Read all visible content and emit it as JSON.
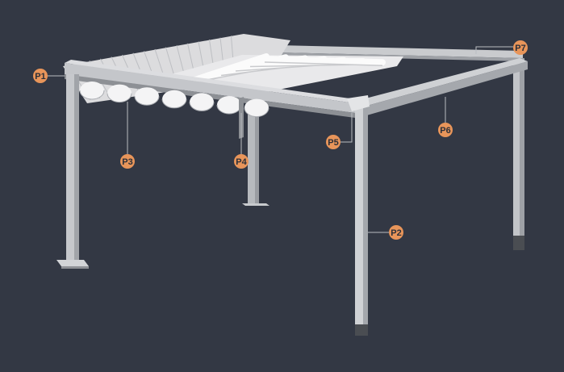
{
  "diagram": {
    "colors": {
      "background": "#333844",
      "frame": "#c9cbce",
      "frame_shade": "#9ea1a6",
      "frame_dark": "#7d8086",
      "canopy": "#f2f2f2",
      "canopy_shade": "#d6d7d9",
      "foot": "#4a4d52",
      "badge": "#e8955a",
      "leader": "#b9bcc1"
    },
    "callouts": [
      {
        "id": "p1",
        "label": "P1",
        "part": "front-left-beam-end"
      },
      {
        "id": "p2",
        "label": "P2",
        "part": "front-right-post"
      },
      {
        "id": "p3",
        "label": "P3",
        "part": "pleated-canopy-fabric"
      },
      {
        "id": "p4",
        "label": "P4",
        "part": "canopy-guide-rail"
      },
      {
        "id": "p5",
        "label": "P5",
        "part": "corner-joint"
      },
      {
        "id": "p6",
        "label": "P6",
        "part": "front-right-beam"
      },
      {
        "id": "p7",
        "label": "P7",
        "part": "rear-right-corner"
      }
    ]
  }
}
